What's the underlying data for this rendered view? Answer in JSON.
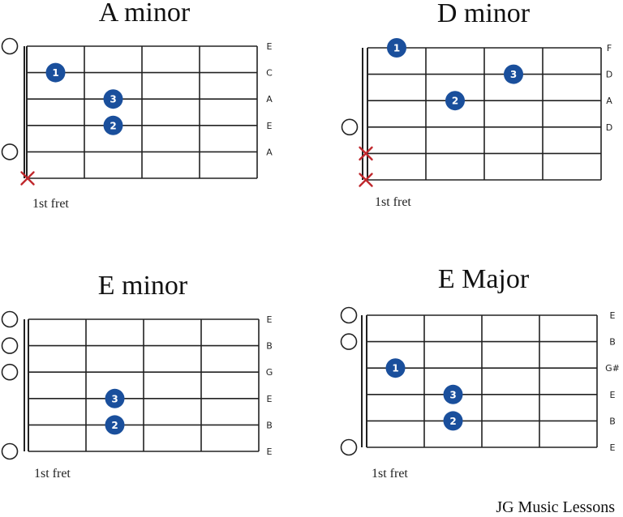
{
  "chords": [
    {
      "title": "A minor",
      "fret_label": "1st fret",
      "notes": [
        "E",
        "C",
        "A",
        "E",
        "A",
        ""
      ],
      "open": [
        0,
        4
      ],
      "muted": [
        5
      ],
      "fingers": [
        {
          "string": 1,
          "fret": 1,
          "finger": "1"
        },
        {
          "string": 2,
          "fret": 2,
          "finger": "3"
        },
        {
          "string": 3,
          "fret": 2,
          "finger": "2"
        }
      ]
    },
    {
      "title": "D minor",
      "fret_label": "1st fret",
      "notes": [
        "F",
        "D",
        "A",
        "D",
        "",
        ""
      ],
      "open": [
        3
      ],
      "muted": [
        4,
        5
      ],
      "fingers": [
        {
          "string": 0,
          "fret": 1,
          "finger": "1"
        },
        {
          "string": 1,
          "fret": 3,
          "finger": "3"
        },
        {
          "string": 2,
          "fret": 2,
          "finger": "2"
        }
      ]
    },
    {
      "title": "E minor",
      "fret_label": "1st fret",
      "notes": [
        "E",
        "B",
        "G",
        "E",
        "B",
        "E"
      ],
      "open": [
        0,
        1,
        2,
        5
      ],
      "muted": [],
      "fingers": [
        {
          "string": 3,
          "fret": 2,
          "finger": "3"
        },
        {
          "string": 4,
          "fret": 2,
          "finger": "2"
        }
      ]
    },
    {
      "title": "E Major",
      "fret_label": "1st fret",
      "notes": [
        "E",
        "B",
        "G#",
        "E",
        "B",
        "E"
      ],
      "open": [
        0,
        1,
        5
      ],
      "muted": [],
      "fingers": [
        {
          "string": 2,
          "fret": 1,
          "finger": "1"
        },
        {
          "string": 3,
          "fret": 2,
          "finger": "3"
        },
        {
          "string": 4,
          "fret": 2,
          "finger": "2"
        }
      ]
    }
  ],
  "footer": "JG Music Lessons",
  "colors": {
    "finger": "#1a4f9c",
    "mute": "#c0282d",
    "grid": "#222222"
  }
}
